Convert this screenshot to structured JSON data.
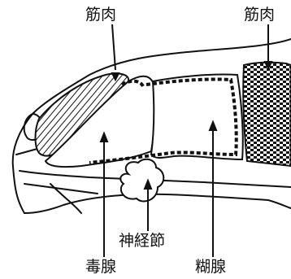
{
  "labels": {
    "muscle_left": "筋肉",
    "muscle_right": "筋肉",
    "nerve_ganglion": "神経節",
    "venom_gland": "毒腺",
    "mucous_gland": "糊腺"
  },
  "colors": {
    "ink": "#111111",
    "background": "#ffffff"
  }
}
